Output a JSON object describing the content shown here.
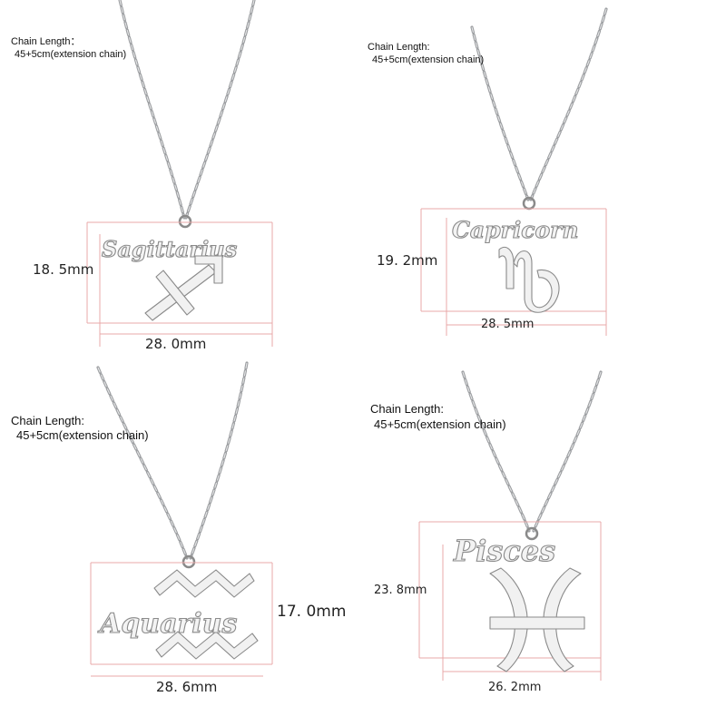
{
  "products": [
    {
      "id": "sagittarius",
      "name": "Sagittarius",
      "chain_length_label": "Chain Length：",
      "chain_length_value": "45+5cm(extension chain)",
      "height": "18. 5mm",
      "width": "28. 0mm",
      "symbol": "sagittarius-icon"
    },
    {
      "id": "capricorn",
      "name": "Capricorn",
      "chain_length_label": "Chain Length:",
      "chain_length_value": "45+5cm(extension chain)",
      "height": "19. 2mm",
      "width": "28. 5mm",
      "symbol": "capricorn-icon"
    },
    {
      "id": "aquarius",
      "name": "Aquarius",
      "chain_length_label": "Chain Length:",
      "chain_length_value": "45+5cm(extension chain)",
      "height": "17. 0mm",
      "width": "28. 6mm",
      "symbol": "aquarius-icon"
    },
    {
      "id": "pisces",
      "name": "Pisces",
      "chain_length_label": "Chain Length:",
      "chain_length_value": "45+5cm(extension chain)",
      "height": "23. 8mm",
      "width": "26. 2mm",
      "symbol": "pisces-icon"
    }
  ],
  "colors": {
    "background": "#ffffff",
    "metal": "#f2f2f2",
    "metal_edge": "#8a8a8a",
    "chain": "#9ea0a3",
    "dimension_line": "#e8a8a8"
  }
}
